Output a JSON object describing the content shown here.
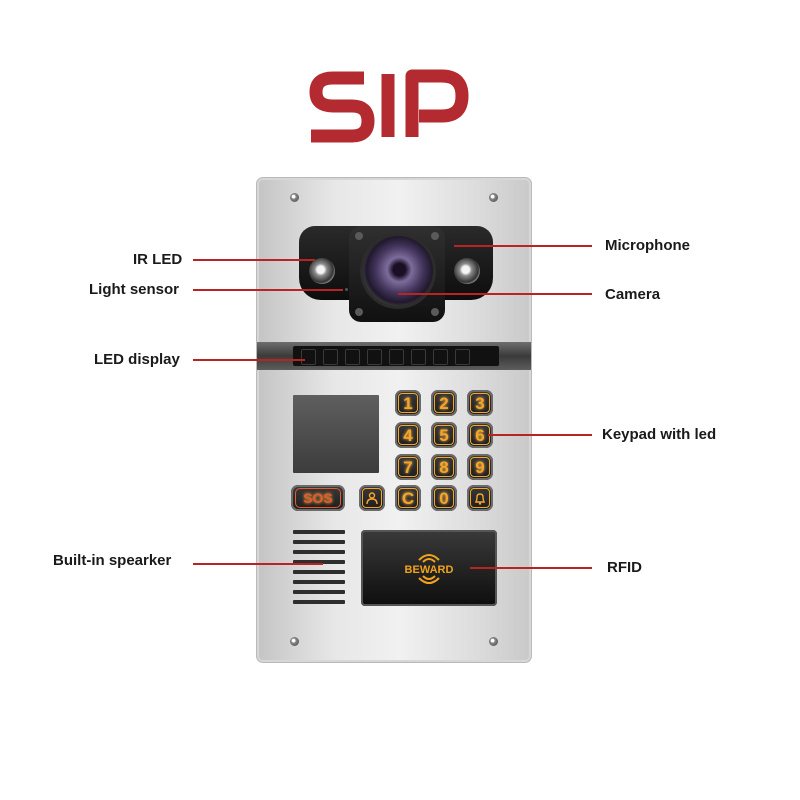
{
  "logo": {
    "text": "SIP",
    "color": "#b32b30"
  },
  "callouts": {
    "ir_led": "IR LED",
    "light_sensor": "Light sensor",
    "led_display": "LED display",
    "built_in_speaker": "Built-in spearker",
    "microphone": "Microphone",
    "camera": "Camera",
    "keypad": "Keypad with led",
    "rfid": "RFID"
  },
  "keypad": {
    "keys": [
      "1",
      "2",
      "3",
      "4",
      "5",
      "6",
      "7",
      "8",
      "9"
    ],
    "bottom_row": {
      "sos": "SOS",
      "clear": "C",
      "zero": "0"
    },
    "key_color": "#f4a62b",
    "sos_color": "#e85a2a"
  },
  "rfid_reader": {
    "brand": "BEWARD",
    "brand_color": "#f2a31c"
  },
  "colors": {
    "leader_line": "#b82424",
    "panel": "#e4e4e4"
  }
}
